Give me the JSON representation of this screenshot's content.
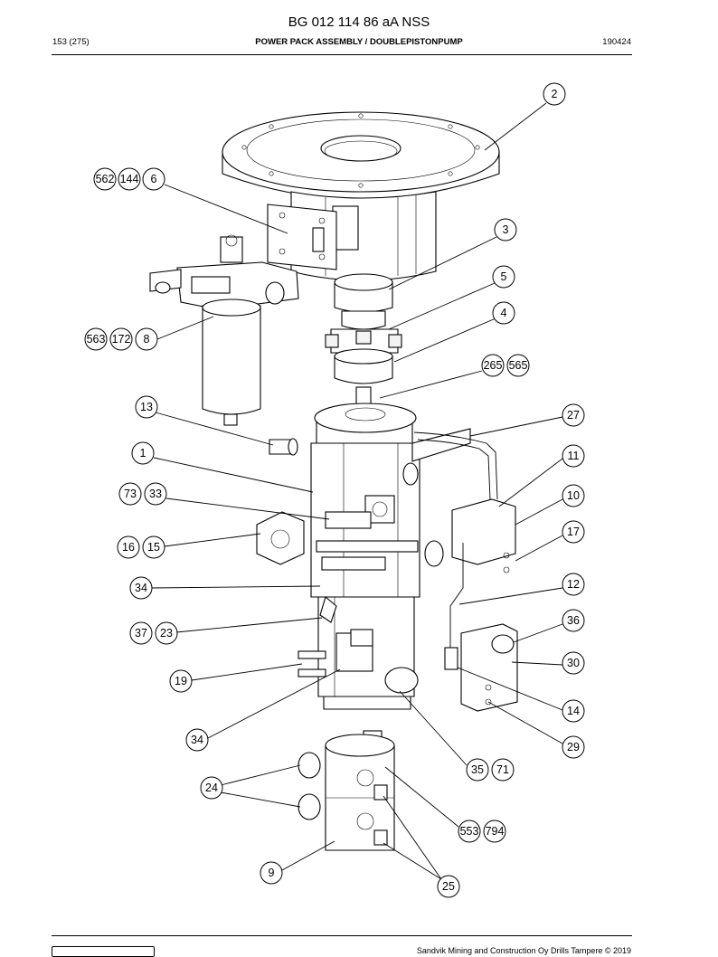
{
  "document": {
    "title": "BG 012 114 86 aA NSS",
    "page": "153 (275)",
    "section": "POWER PACK ASSEMBLY / DOUBLEPISTONPUMP",
    "date": "190424",
    "footer_text": "Sandvik Mining and Construction Oy Drills Tampere © 2019"
  },
  "callouts": [
    {
      "id": "c2",
      "label": "2"
    },
    {
      "id": "c562",
      "label": "562"
    },
    {
      "id": "c144",
      "label": "144"
    },
    {
      "id": "c6",
      "label": "6"
    },
    {
      "id": "c3",
      "label": "3"
    },
    {
      "id": "c5",
      "label": "5"
    },
    {
      "id": "c4",
      "label": "4"
    },
    {
      "id": "c563",
      "label": "563"
    },
    {
      "id": "c172",
      "label": "172"
    },
    {
      "id": "c8",
      "label": "8"
    },
    {
      "id": "c265",
      "label": "265"
    },
    {
      "id": "c565",
      "label": "565"
    },
    {
      "id": "c13",
      "label": "13"
    },
    {
      "id": "c27",
      "label": "27"
    },
    {
      "id": "c1",
      "label": "1"
    },
    {
      "id": "c11",
      "label": "11"
    },
    {
      "id": "c73",
      "label": "73"
    },
    {
      "id": "c33",
      "label": "33"
    },
    {
      "id": "c10",
      "label": "10"
    },
    {
      "id": "c17",
      "label": "17"
    },
    {
      "id": "c16",
      "label": "16"
    },
    {
      "id": "c15",
      "label": "15"
    },
    {
      "id": "c34a",
      "label": "34"
    },
    {
      "id": "c12",
      "label": "12"
    },
    {
      "id": "c36",
      "label": "36"
    },
    {
      "id": "c37",
      "label": "37"
    },
    {
      "id": "c23",
      "label": "23"
    },
    {
      "id": "c30",
      "label": "30"
    },
    {
      "id": "c19",
      "label": "19"
    },
    {
      "id": "c14",
      "label": "14"
    },
    {
      "id": "c34b",
      "label": "34"
    },
    {
      "id": "c29",
      "label": "29"
    },
    {
      "id": "c35",
      "label": "35"
    },
    {
      "id": "c71",
      "label": "71"
    },
    {
      "id": "c24",
      "label": "24"
    },
    {
      "id": "c553",
      "label": "553"
    },
    {
      "id": "c794",
      "label": "794"
    },
    {
      "id": "c9",
      "label": "9"
    },
    {
      "id": "c25",
      "label": "25"
    }
  ]
}
